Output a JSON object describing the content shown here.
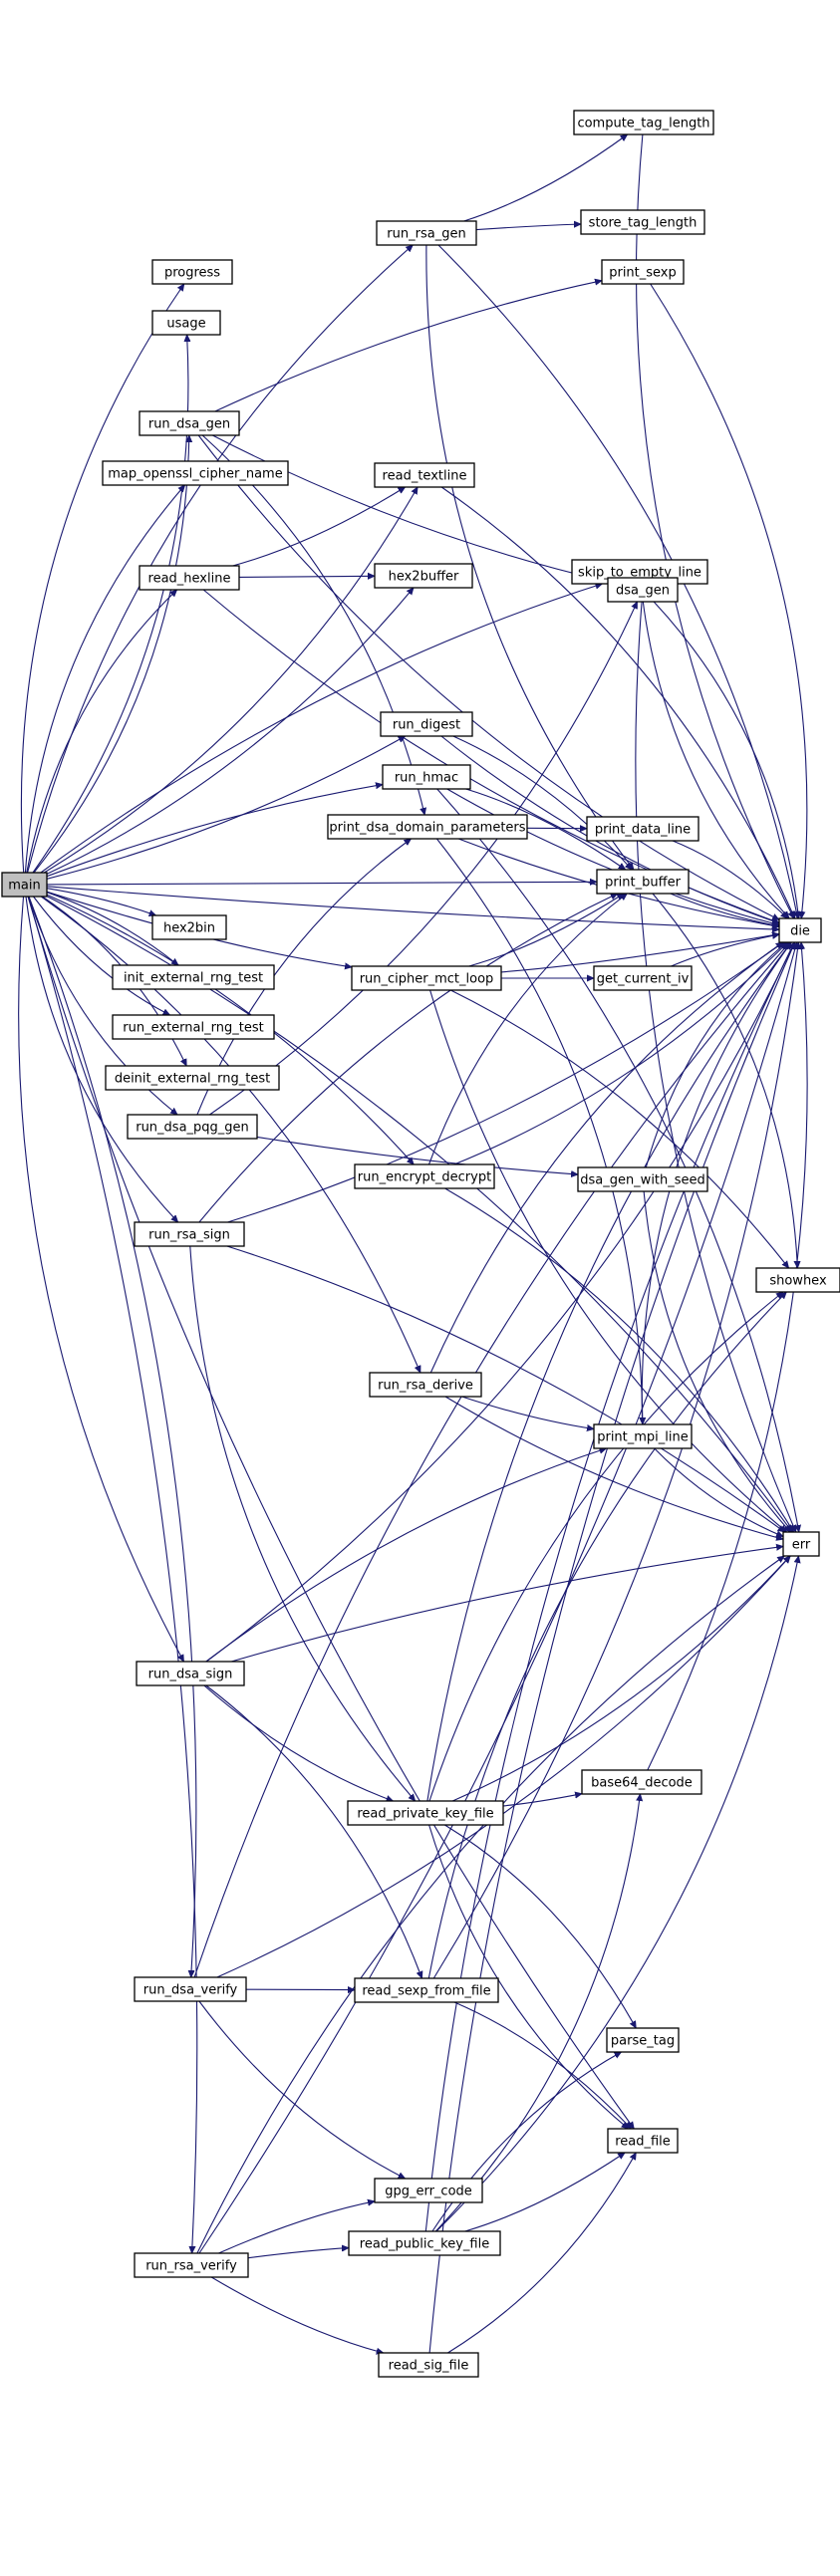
{
  "colors": {
    "edge": "#191970",
    "node_fill": "#ffffff",
    "root_fill": "#bfbfbf",
    "node_border": "#000000"
  },
  "nodes": {
    "main": "main",
    "progress": "progress",
    "usage": "usage",
    "run_dsa_gen": "run_dsa_gen",
    "map_openssl_cipher_name": "map_openssl_cipher_name",
    "read_hexline": "read_hexline",
    "run_rsa_gen": "run_rsa_gen",
    "compute_tag_length": "compute_tag_length",
    "store_tag_length": "store_tag_length",
    "print_sexp": "print_sexp",
    "read_textline": "read_textline",
    "hex2buffer": "hex2buffer",
    "skip_to_empty_line": "skip_to_empty_line",
    "dsa_gen": "dsa_gen",
    "run_digest": "run_digest",
    "run_hmac": "run_hmac",
    "print_dsa_domain_parameters": "print_dsa_domain_parameters",
    "print_data_line": "print_data_line",
    "print_buffer": "print_buffer",
    "die": "die",
    "hex2bin": "hex2bin",
    "run_cipher_mct_loop": "run_cipher_mct_loop",
    "get_current_iv": "get_current_iv",
    "init_external_rng_test": "init_external_rng_test",
    "run_external_rng_test": "run_external_rng_test",
    "deinit_external_rng_test": "deinit_external_rng_test",
    "run_dsa_pqg_gen": "run_dsa_pqg_gen",
    "run_encrypt_decrypt": "run_encrypt_decrypt",
    "dsa_gen_with_seed": "dsa_gen_with_seed",
    "run_rsa_sign": "run_rsa_sign",
    "showhex": "showhex",
    "run_rsa_derive": "run_rsa_derive",
    "print_mpi_line": "print_mpi_line",
    "err": "err",
    "run_dsa_sign": "run_dsa_sign",
    "read_private_key_file": "read_private_key_file",
    "base64_decode": "base64_decode",
    "run_dsa_verify": "run_dsa_verify",
    "read_sexp_from_file": "read_sexp_from_file",
    "parse_tag": "parse_tag",
    "read_file": "read_file",
    "gpg_err_code": "gpg_err_code",
    "read_public_key_file": "read_public_key_file",
    "run_rsa_verify": "run_rsa_verify",
    "read_sig_file": "read_sig_file"
  },
  "edges": [
    [
      "main",
      "progress"
    ],
    [
      "main",
      "usage"
    ],
    [
      "main",
      "run_rsa_gen"
    ],
    [
      "main",
      "run_dsa_gen"
    ],
    [
      "main",
      "map_openssl_cipher_name"
    ],
    [
      "main",
      "read_textline"
    ],
    [
      "main",
      "read_hexline"
    ],
    [
      "main",
      "hex2buffer"
    ],
    [
      "main",
      "skip_to_empty_line"
    ],
    [
      "main",
      "run_digest"
    ],
    [
      "main",
      "run_hmac"
    ],
    [
      "main",
      "print_buffer"
    ],
    [
      "main",
      "hex2bin"
    ],
    [
      "main",
      "run_cipher_mct_loop"
    ],
    [
      "main",
      "init_external_rng_test"
    ],
    [
      "main",
      "run_external_rng_test"
    ],
    [
      "main",
      "deinit_external_rng_test"
    ],
    [
      "main",
      "run_dsa_pqg_gen"
    ],
    [
      "main",
      "run_encrypt_decrypt"
    ],
    [
      "main",
      "run_rsa_sign"
    ],
    [
      "main",
      "run_rsa_derive"
    ],
    [
      "main",
      "run_dsa_sign"
    ],
    [
      "main",
      "run_dsa_verify"
    ],
    [
      "main",
      "read_file"
    ],
    [
      "main",
      "run_rsa_verify"
    ],
    [
      "main",
      "die"
    ],
    [
      "main",
      "err"
    ],
    [
      "run_rsa_gen",
      "compute_tag_length"
    ],
    [
      "run_rsa_gen",
      "store_tag_length"
    ],
    [
      "run_rsa_gen",
      "print_buffer"
    ],
    [
      "run_rsa_gen",
      "die"
    ],
    [
      "compute_tag_length",
      "die"
    ],
    [
      "run_dsa_gen",
      "print_sexp"
    ],
    [
      "run_dsa_gen",
      "dsa_gen"
    ],
    [
      "run_dsa_gen",
      "print_dsa_domain_parameters"
    ],
    [
      "run_dsa_gen",
      "die"
    ],
    [
      "print_sexp",
      "die"
    ],
    [
      "read_hexline",
      "read_textline"
    ],
    [
      "read_hexline",
      "hex2buffer"
    ],
    [
      "read_hexline",
      "die"
    ],
    [
      "read_textline",
      "die"
    ],
    [
      "skip_to_empty_line",
      "die"
    ],
    [
      "dsa_gen",
      "die"
    ],
    [
      "dsa_gen",
      "err"
    ],
    [
      "run_digest",
      "print_buffer"
    ],
    [
      "run_digest",
      "die"
    ],
    [
      "run_hmac",
      "print_buffer"
    ],
    [
      "run_hmac",
      "die"
    ],
    [
      "run_hmac",
      "err"
    ],
    [
      "print_dsa_domain_parameters",
      "print_data_line"
    ],
    [
      "print_dsa_domain_parameters",
      "print_mpi_line"
    ],
    [
      "print_dsa_domain_parameters",
      "die"
    ],
    [
      "print_data_line",
      "die"
    ],
    [
      "print_buffer",
      "die"
    ],
    [
      "print_buffer",
      "showhex"
    ],
    [
      "run_cipher_mct_loop",
      "print_buffer"
    ],
    [
      "run_cipher_mct_loop",
      "get_current_iv"
    ],
    [
      "run_cipher_mct_loop",
      "die"
    ],
    [
      "run_cipher_mct_loop",
      "showhex"
    ],
    [
      "run_cipher_mct_loop",
      "err"
    ],
    [
      "get_current_iv",
      "die"
    ],
    [
      "run_dsa_pqg_gen",
      "dsa_gen_with_seed"
    ],
    [
      "run_dsa_pqg_gen",
      "print_dsa_domain_parameters"
    ],
    [
      "run_dsa_pqg_gen",
      "dsa_gen"
    ],
    [
      "dsa_gen_with_seed",
      "die"
    ],
    [
      "dsa_gen_with_seed",
      "err"
    ],
    [
      "run_encrypt_decrypt",
      "print_buffer"
    ],
    [
      "run_encrypt_decrypt",
      "die"
    ],
    [
      "run_encrypt_decrypt",
      "err"
    ],
    [
      "run_rsa_sign",
      "read_private_key_file"
    ],
    [
      "run_rsa_sign",
      "print_buffer"
    ],
    [
      "run_rsa_sign",
      "die"
    ],
    [
      "run_rsa_sign",
      "err"
    ],
    [
      "run_rsa_derive",
      "print_mpi_line"
    ],
    [
      "run_rsa_derive",
      "die"
    ],
    [
      "run_rsa_derive",
      "err"
    ],
    [
      "print_mpi_line",
      "die"
    ],
    [
      "print_mpi_line",
      "err"
    ],
    [
      "run_dsa_sign",
      "print_mpi_line"
    ],
    [
      "run_dsa_sign",
      "read_private_key_file"
    ],
    [
      "run_dsa_sign",
      "read_sexp_from_file"
    ],
    [
      "run_dsa_sign",
      "die"
    ],
    [
      "run_dsa_sign",
      "err"
    ],
    [
      "read_private_key_file",
      "base64_decode"
    ],
    [
      "read_private_key_file",
      "parse_tag"
    ],
    [
      "read_private_key_file",
      "read_file"
    ],
    [
      "read_private_key_file",
      "die"
    ],
    [
      "read_private_key_file",
      "err"
    ],
    [
      "read_private_key_file",
      "showhex"
    ],
    [
      "base64_decode",
      "die"
    ],
    [
      "run_dsa_verify",
      "read_sexp_from_file"
    ],
    [
      "run_dsa_verify",
      "gpg_err_code"
    ],
    [
      "run_dsa_verify",
      "die"
    ],
    [
      "run_dsa_verify",
      "err"
    ],
    [
      "read_sexp_from_file",
      "read_file"
    ],
    [
      "read_sexp_from_file",
      "die"
    ],
    [
      "read_sexp_from_file",
      "showhex"
    ],
    [
      "read_public_key_file",
      "base64_decode"
    ],
    [
      "read_public_key_file",
      "parse_tag"
    ],
    [
      "read_public_key_file",
      "read_file"
    ],
    [
      "read_public_key_file",
      "die"
    ],
    [
      "read_public_key_file",
      "err"
    ],
    [
      "run_rsa_verify",
      "read_public_key_file"
    ],
    [
      "run_rsa_verify",
      "read_sig_file"
    ],
    [
      "run_rsa_verify",
      "gpg_err_code"
    ],
    [
      "run_rsa_verify",
      "die"
    ],
    [
      "run_rsa_verify",
      "err"
    ],
    [
      "read_sig_file",
      "read_file"
    ],
    [
      "read_sig_file",
      "die"
    ]
  ]
}
